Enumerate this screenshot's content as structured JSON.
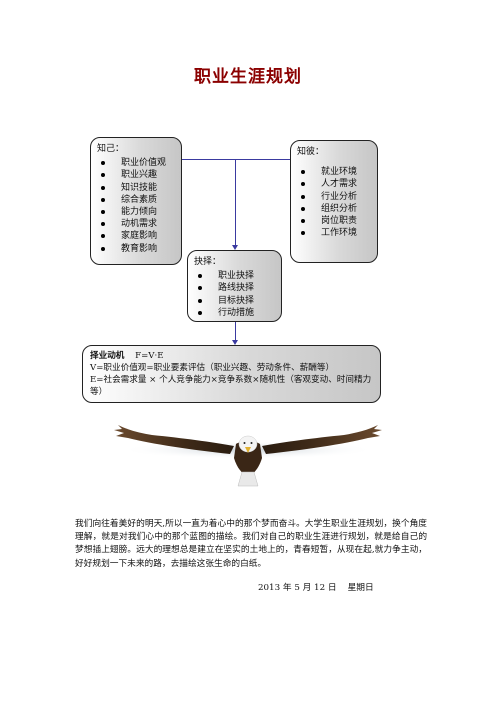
{
  "page": {
    "title": "职业生涯规划"
  },
  "self_box": {
    "heading": "知己：",
    "items": [
      "职业价值观",
      "职业兴趣",
      "知识技能",
      "综合素质",
      "能力倾向",
      "动机需求",
      "家庭影响",
      "教育影响"
    ]
  },
  "env_box": {
    "heading": "知彼：",
    "items": [
      "就业环境",
      "人才需求",
      "行业分析",
      "组织分析",
      "岗位职责",
      "工作环境"
    ]
  },
  "choice_box": {
    "heading": "抉择：",
    "items": [
      "职业抉择",
      "路线抉择",
      "目标抉择",
      "行动措施"
    ]
  },
  "motive_box": {
    "heading": "择业动机",
    "formula": "F=V·E",
    "line1": "V=职业价值观=职业要素评估（职业兴趣、劳动条件、薪酬等）",
    "line2": "E=社会需求量 × 个人竞争能力×竞争系数×随机性（客观变动、时间精力等）"
  },
  "colors": {
    "title": "#8b0000",
    "connector": "#3a3aa0"
  },
  "image": {
    "name": "soaring-eagle"
  },
  "body_text": "我们向往着美好的明天,所以一直为着心中的那个梦而奋斗。大学生职业生涯规划，换个角度理解，就是对我们心中的那个蓝图的描绘。我们对自己的职业生涯进行规划，就是给自己的梦想插上翅膀。远大的理想总是建立在坚实的土地上的，青春短暂，从现在起,就力争主动，好好规划一下未来的路，去描绘这张生命的白纸。",
  "date_line": "2013 年 5 月 12 日    星期日"
}
